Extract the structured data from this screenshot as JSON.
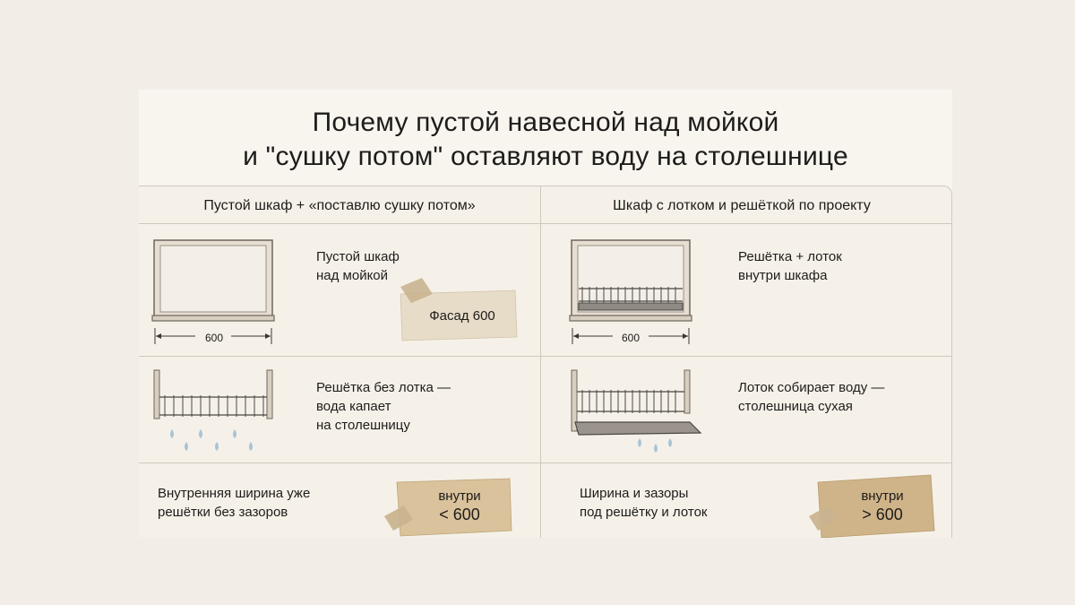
{
  "title": {
    "line1": "Почему пустой навесной над мойкой",
    "line2": "и \"сушку потом\" оставляют воду на столешнице"
  },
  "columns": {
    "left": "Пустой шкаф + «поставлю сушку потом»",
    "right": "Шкаф с лотком и решёткой по проекту"
  },
  "rows": {
    "r1": {
      "left": {
        "line1": "Пустой шкаф",
        "line2": "над мойкой",
        "dimension": "600",
        "tag": "Фасад 600"
      },
      "right": {
        "line1": "Решётка + лоток",
        "line2": "внутри шкафа",
        "dimension": "600"
      }
    },
    "r2": {
      "left": {
        "line1": "Решётка без лотка —",
        "line2": "вода капает",
        "line3": "на столешницу"
      },
      "right": {
        "line1": "Лоток собирает воду —",
        "line2": "столешница сухая"
      }
    },
    "r3": {
      "left": {
        "line1": "Внутренняя ширина уже",
        "line2": "решётки без зазоров",
        "tag_line1": "внутри",
        "tag_line2": "< 600"
      },
      "right": {
        "line1": "Ширина и зазоры",
        "line2": "под решётку и лоток",
        "tag_line1": "внутри",
        "tag_line2": "> 600"
      }
    }
  },
  "colors": {
    "paper_tag": "#e7dcc8",
    "kraft_tag": "#cfb48a",
    "tape": "#c9b48f",
    "water": "#a7c3d6"
  }
}
